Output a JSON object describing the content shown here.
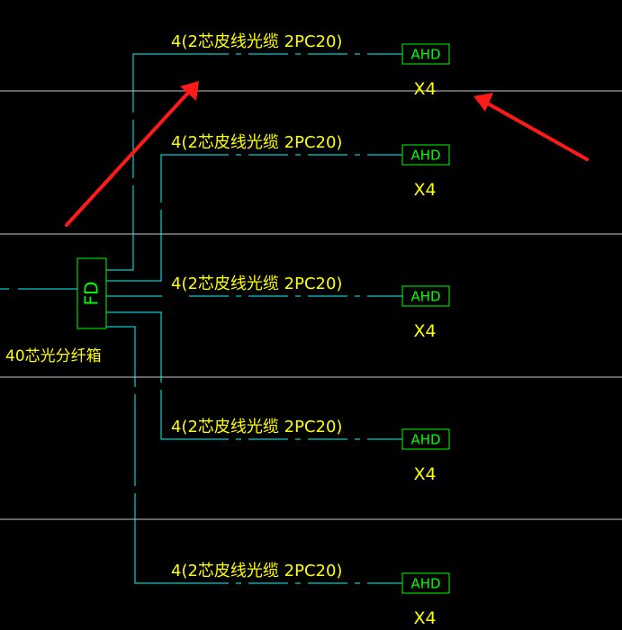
{
  "colors": {
    "background": "#000000",
    "cable": "#00ffff",
    "label": "#ffff00",
    "box": "#00ff00",
    "divider": "#c8c8c8",
    "arrow": "#ff1a1a"
  },
  "distribution_box": {
    "code": "FD",
    "caption": "40芯光分纤箱"
  },
  "cables": [
    {
      "spec": "4(2芯皮线光缆 2PC20)",
      "terminal": "AHD",
      "quantity": "X4"
    },
    {
      "spec": "4(2芯皮线光缆 2PC20)",
      "terminal": "AHD",
      "quantity": "X4"
    },
    {
      "spec": "4(2芯皮线光缆 2PC20)",
      "terminal": "AHD",
      "quantity": "X4"
    },
    {
      "spec": "4(2芯皮线光缆 2PC20)",
      "terminal": "AHD",
      "quantity": "X4"
    },
    {
      "spec": "4(2芯皮线光缆 2PC20)",
      "terminal": "AHD",
      "quantity": "X4"
    }
  ]
}
